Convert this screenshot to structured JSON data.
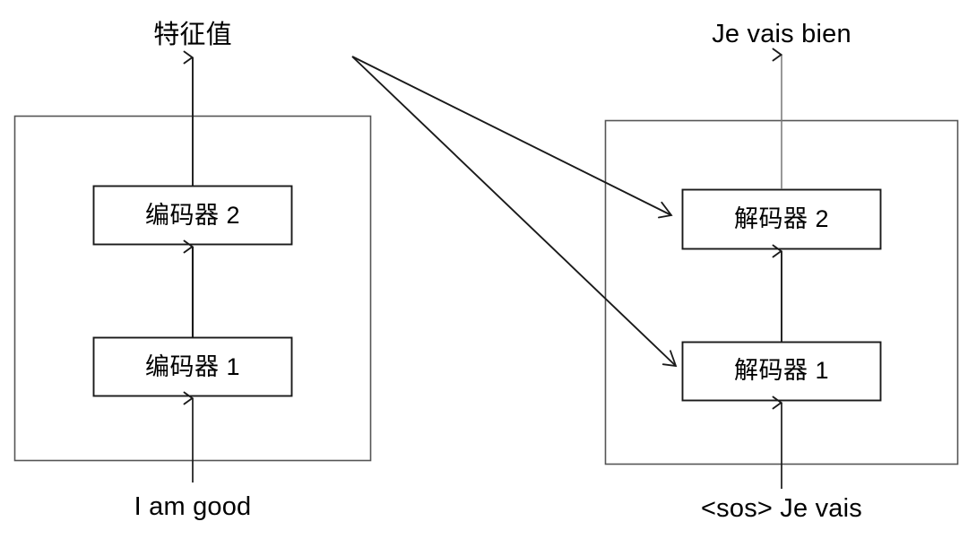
{
  "diagram": {
    "title": "Encoder-Decoder Sequence-to-Sequence Architecture",
    "colors": {
      "stroke": "#1a1a1a",
      "outer_stroke": "#555555",
      "background": "#ffffff",
      "text": "#000000"
    },
    "encoder_stack": {
      "output_label": "特征值",
      "input_label": "I am good",
      "blocks": [
        {
          "label": "编码器 2"
        },
        {
          "label": "编码器 1"
        }
      ]
    },
    "decoder_stack": {
      "output_label": "Je vais bien",
      "input_label": "<sos> Je vais",
      "blocks": [
        {
          "label": "解码器 2"
        },
        {
          "label": "解码器 1"
        }
      ]
    },
    "cross_arrows": [
      {
        "name": "encoder-to-decoder-2"
      },
      {
        "name": "encoder-to-decoder-1"
      }
    ]
  }
}
